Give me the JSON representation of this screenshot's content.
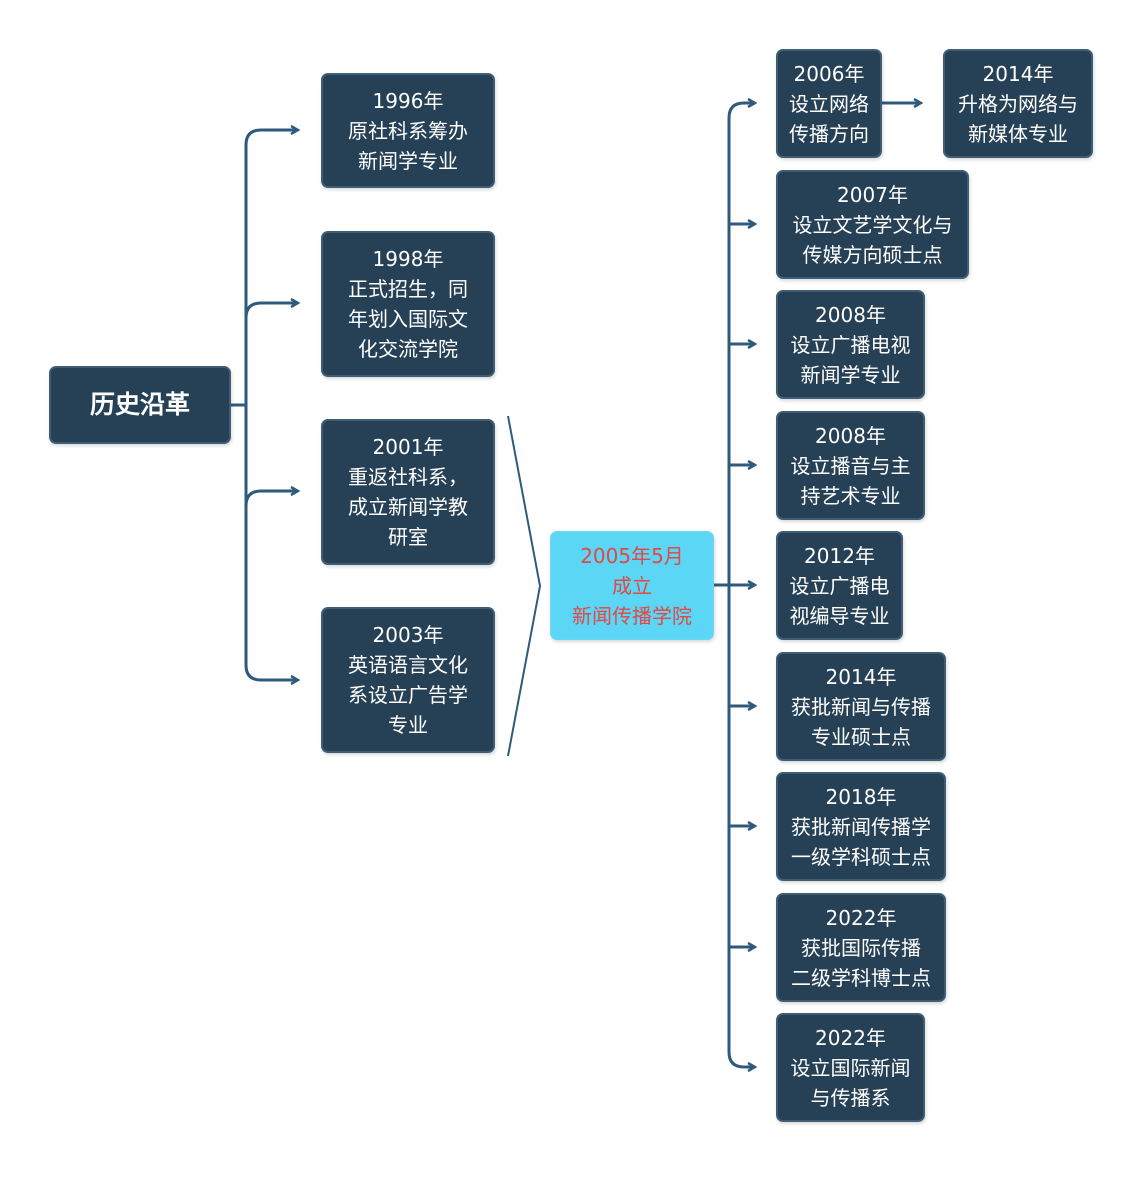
{
  "root": "历史沿革",
  "left_nodes": [
    {
      "year": "1996年",
      "text": "原社科系筹办\n新闻学专业"
    },
    {
      "year": "1998年",
      "text": "正式招生，同\n年划入国际文\n化交流学院"
    },
    {
      "year": "2001年",
      "text": "重返社科系，\n成立新闻学教\n研室"
    },
    {
      "year": "2003年",
      "text": "英语语言文化\n系设立广告学\n专业"
    }
  ],
  "center": {
    "line1": "2005年5月",
    "line2": "成立",
    "line3": "新闻传播学院"
  },
  "right_nodes": [
    {
      "year": "2006年",
      "text": "设立网络\n传播方向"
    },
    {
      "year": "2007年",
      "text": "设立文艺学文化与\n传媒方向硕士点"
    },
    {
      "year": "2008年",
      "text": "设立广播电视\n新闻学专业"
    },
    {
      "year": "2008年",
      "text": "设立播音与主\n持艺术专业"
    },
    {
      "year": "2012年",
      "text": "设立广播电\n视编导专业"
    },
    {
      "year": "2014年",
      "text": "获批新闻与传播\n专业硕士点"
    },
    {
      "year": "2018年",
      "text": "获批新闻传播学\n一级学科硕士点"
    },
    {
      "year": "2022年",
      "text": "获批国际传播\n二级学科博士点"
    },
    {
      "year": "2022年",
      "text": "设立国际新闻\n与传播系"
    }
  ],
  "extra_node": {
    "year": "2014年",
    "text": "升格为网络与\n新媒体专业"
  },
  "colors": {
    "node_bg": "#264155",
    "node_border": "#3f5e75",
    "line": "#2e5a7c",
    "center_bg": "#5bd6f4",
    "center_text": "#e54646"
  }
}
